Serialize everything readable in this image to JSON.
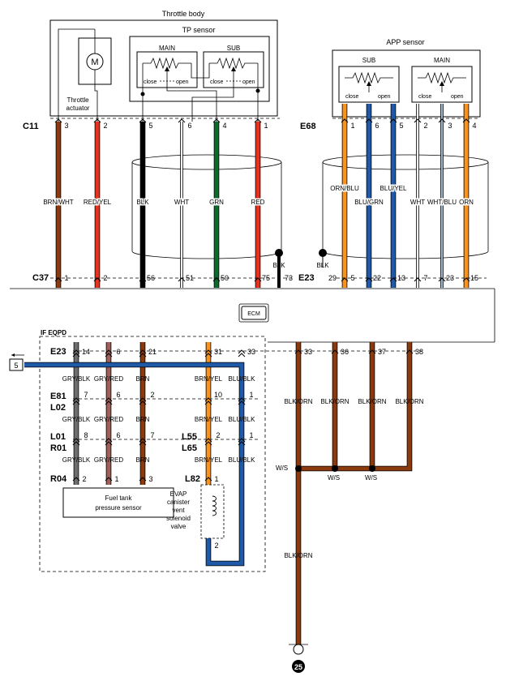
{
  "components": {
    "throttle_body": "Throttle body",
    "tp_sensor": "TP sensor",
    "tp_main": "MAIN",
    "tp_sub": "SUB",
    "throttle_actuator": [
      "Throttle",
      "actuator"
    ],
    "app_sensor": "APP sensor",
    "app_sub": "SUB",
    "app_main": "MAIN",
    "ecm": "ECM",
    "if_eqpd": "IF EQPD",
    "fuel_tank_sensor": [
      "Fuel tank",
      "pressure sensor"
    ],
    "evap_valve": [
      "EVAP",
      "canister",
      "vent",
      "solenoid",
      "valve"
    ],
    "motor": "M",
    "close": "close",
    "open": "open"
  },
  "connectors": {
    "c11": "C11",
    "e68": "E68",
    "c37": "C37",
    "e23a": "E23",
    "e23b": "E23",
    "e81": "E81",
    "l02": "L02",
    "l01": "L01",
    "r01": "R01",
    "l55": "L55",
    "l65": "L65",
    "r04": "R04",
    "l82": "L82"
  },
  "pins": {
    "c11": [
      "3",
      "2",
      "5",
      "6",
      "4",
      "1"
    ],
    "e68": [
      "1",
      "6",
      "5",
      "2",
      "3",
      "4"
    ],
    "c37": [
      "1",
      "2",
      "56",
      "51",
      "50",
      "75",
      "73"
    ],
    "e23a": [
      "29",
      "5",
      "22",
      "13",
      "7",
      "23",
      "15"
    ],
    "e23b": [
      "14",
      "6",
      "21",
      "31",
      "33",
      "36",
      "37",
      "38"
    ],
    "e81": [
      "7",
      "6",
      "2",
      "10",
      "1"
    ],
    "l01": [
      "8",
      "6",
      "7",
      "2",
      "1"
    ],
    "r04": [
      "2",
      "1",
      "3"
    ],
    "l82_top": "1",
    "l82_bot": "2"
  },
  "wire_colors": {
    "brn_wht": "BRN/WHT",
    "red_yel": "RED/YEL",
    "blk": "BLK",
    "wht": "WHT",
    "grn": "GRN",
    "red": "RED",
    "orn_blu": "ORN/BLU",
    "blu_grn": "BLU/GRN",
    "blu_yel": "BLU/YEL",
    "wht2": "WHT",
    "wht_blu": "WHT/BLU",
    "orn": "ORN",
    "blk_shield1": "BLK",
    "blk_shield2": "BLK",
    "gry_blk": "GRY/BLK",
    "gry_red": "GRY/RED",
    "brn": "BRN",
    "brn_yel": "BRN/YEL",
    "blu_blk": "BLU/BLK",
    "blk_orn": "BLK/ORN"
  },
  "splices": {
    "ws1": "W/S",
    "ws2": "W/S",
    "ws3": "W/S"
  },
  "refs": {
    "ref5": "5",
    "ground": "25"
  },
  "colors": {
    "brown": "#8B3A0E",
    "red": "#E8321E",
    "black": "#000000",
    "green": "#0B6B2C",
    "orange": "#F7931E",
    "blue": "#1E5AA8",
    "gray": "#6E6E6E",
    "grayred": "#A0605A",
    "white": "#FFFFFF"
  }
}
